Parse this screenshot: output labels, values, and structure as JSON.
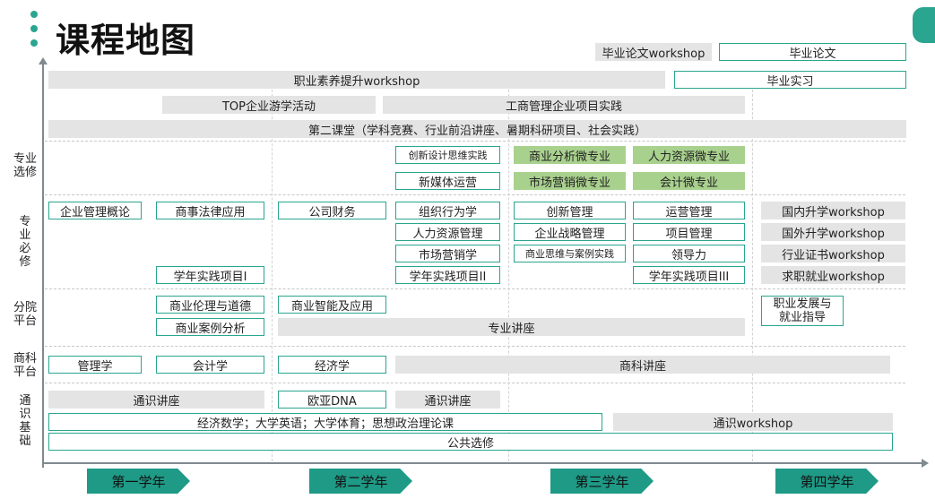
{
  "page_title": "课程地图",
  "section_labels": {
    "zhuanye_xuanxiu": "专业\n选修",
    "zhuanye_bixiu": "专\n业\n必\n修",
    "fenyuan_pingtai": "分院\n平台",
    "shangke_pingtai": "商科\n平台",
    "tongshi_jichu": "通\n识\n基\n础"
  },
  "top_activities": {
    "graduation_thesis_workshop": "毕业论文workshop",
    "graduation_thesis": "毕业论文",
    "professional_literacy_workshop": "职业素养提升workshop",
    "graduation_internship": "毕业实习",
    "top_enterprise_study_tour": "TOP企业游学活动",
    "business_admin_project_practice": "工商管理企业项目实践",
    "second_classroom": "第二课堂（学科竞赛、行业前沿讲座、暑期科研项目、社会实践）"
  },
  "electives": {
    "innovation_design_thinking": "创新设计思维实践",
    "new_media_operation": "新媒体运营",
    "business_analytics_micro": "商业分析微专业",
    "hr_micro": "人力资源微专业",
    "marketing_micro": "市场营销微专业",
    "accounting_micro": "会计微专业"
  },
  "required": {
    "intro_enterprise_management": "企业管理概论",
    "commercial_law": "商事法律应用",
    "corporate_finance": "公司财务",
    "organizational_behavior": "组织行为学",
    "innovation_management": "创新管理",
    "operations_management": "运营管理",
    "domestic_study_workshop": "国内升学workshop",
    "hr_management": "人力资源管理",
    "strategic_management": "企业战略管理",
    "project_management": "项目管理",
    "overseas_study_workshop": "国外升学workshop",
    "marketing": "市场营销学",
    "business_thinking_cases": "商业思维与案例实践",
    "leadership": "领导力",
    "industry_certificate_workshop": "行业证书workshop",
    "year_practice_1": "学年实践项目I",
    "year_practice_2": "学年实践项目II",
    "year_practice_3": "学年实践项目III",
    "job_seeking_workshop": "求职就业workshop"
  },
  "school_platform": {
    "business_ethics": "商业伦理与道德",
    "business_intelligence": "商业智能及应用",
    "career_guidance": "职业发展与\n就业指导",
    "business_case_analysis": "商业案例分析",
    "professional_lectures": "专业讲座"
  },
  "business_platform": {
    "management": "管理学",
    "accounting": "会计学",
    "economics": "经济学",
    "business_lectures": "商科讲座"
  },
  "general_education": {
    "general_lectures_1": "通识讲座",
    "eurasia_dna": "欧亚DNA",
    "general_lectures_2": "通识讲座",
    "core_courses": "经济数学；大学英语；大学体育；思想政治理论课",
    "general_workshop": "通识workshop",
    "public_electives": "公共选修"
  },
  "years": [
    "第一学年",
    "第二学年",
    "第三学年",
    "第四学年"
  ],
  "colors": {
    "accent": "#2aa58f",
    "year_arrow": "#1e9a86",
    "gray_box": "#e4e4e4",
    "green_box": "#a9d18e",
    "axis": "#7f8a8f"
  }
}
